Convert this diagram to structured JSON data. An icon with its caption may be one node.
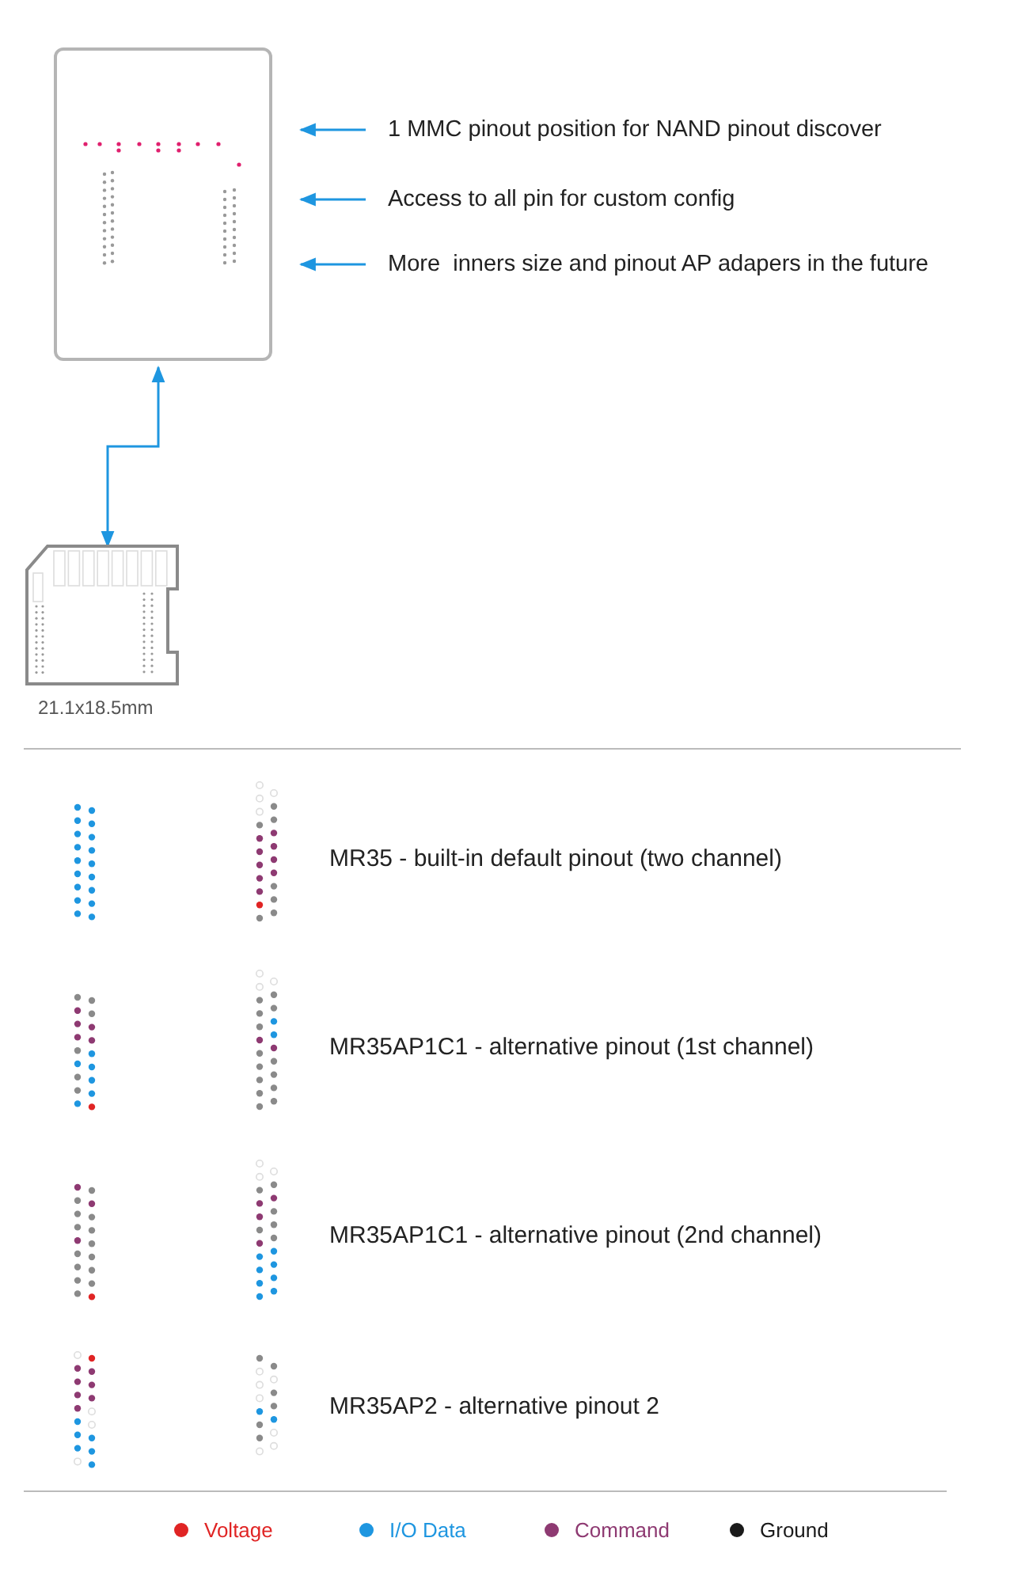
{
  "diagram": {
    "nodes": [
      {
        "text": [],
        "shape": "box"
      },
      {
        "text": [
          "1 MMC pinout position for NAND pinout discover"
        ]
      },
      {
        "text": [
          "Access to all pin for custom config"
        ]
      },
      {
        "text": [
          "More  inners size and pinout AP adapers in the future"
        ]
      },
      {
        "text": [],
        "shape": "picture",
        "beside": [
          "21.1x18.5mm"
        ]
      }
    ],
    "edges": [
      {
        "from": 1,
        "to": 0,
        "arrow": "to"
      },
      {
        "from": 2,
        "to": 0,
        "arrow": "to"
      },
      {
        "from": 3,
        "to": 0,
        "arrow": "to"
      },
      {
        "from": 4,
        "to": 0,
        "arrow": "both"
      }
    ],
    "labels": [
      "MR35 - built-in default pinout (two channel)",
      "MR35AP1C1 - alternative pinout (1st channel)",
      "MR35AP1C1 - alternative pinout (2nd channel)",
      "MR35AP2 - alternative pinout 2"
    ],
    "legend": [
      {
        "text": "Voltage",
        "color": "#e02424"
      },
      {
        "text": "I/O Data",
        "color": "#1e96e0"
      },
      {
        "text": "Command",
        "color": "#8e3a72"
      },
      {
        "text": "Ground",
        "color": "#1a1a1a"
      }
    ]
  }
}
